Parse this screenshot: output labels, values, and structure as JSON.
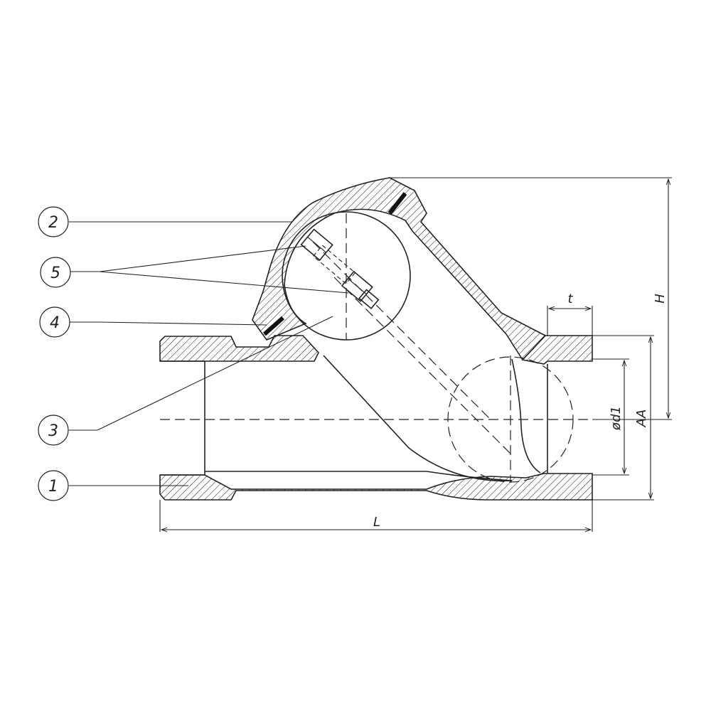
{
  "balloons": [
    {
      "label": "2"
    },
    {
      "label": "5"
    },
    {
      "label": "4"
    },
    {
      "label": "3"
    },
    {
      "label": "1"
    }
  ],
  "dimensions": {
    "t": "t",
    "H": "H",
    "d1": "ød1",
    "AA": "AA",
    "L": "L"
  },
  "colors": {
    "line": "#222222",
    "background": "#ffffff"
  }
}
